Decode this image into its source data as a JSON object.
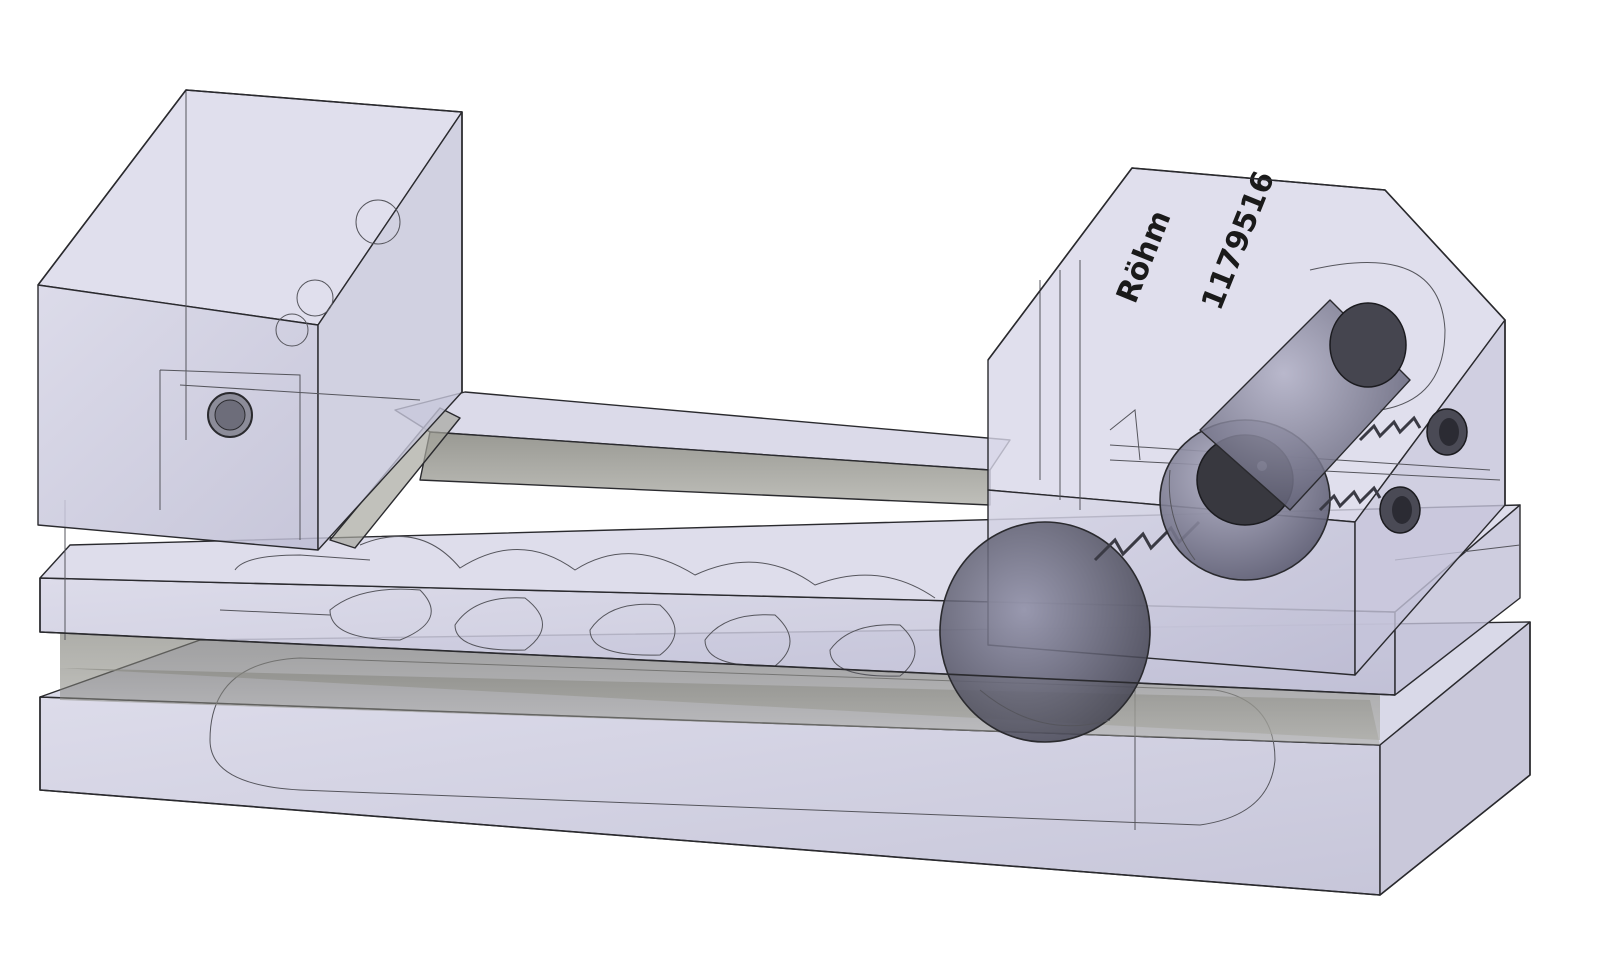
{
  "engraving": {
    "brand": "Röhm",
    "part_number": "1179516"
  },
  "colors": {
    "background": "#ffffff",
    "glass": "#c9c8de",
    "glass_dark": "#8e8ea0",
    "edge": "#2a2a2e",
    "metal_dark": "#4a4a55"
  },
  "icons": {
    "brand_logo": "rohm-logo",
    "spindle": "spindle-screw-icon"
  }
}
